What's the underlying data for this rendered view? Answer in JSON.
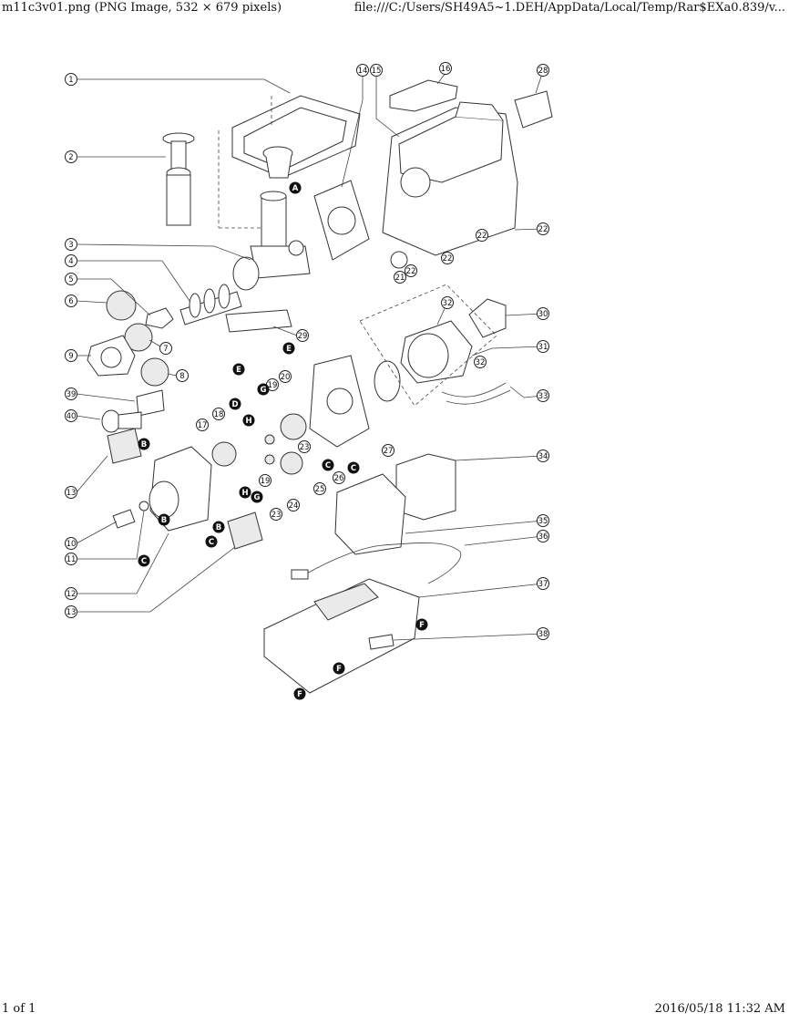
{
  "header": {
    "title": "m11c3v01.png (PNG Image, 532 × 679 pixels)",
    "url": "file:///C:/Users/SH49A5~1.DEH/AppData/Local/Temp/Rar$EXa0.839/v..."
  },
  "footer": {
    "page": "1 of 1",
    "timestamp": "2016/05/18 11:32 AM"
  },
  "diagram": {
    "callouts": [
      {
        "id": "c1",
        "text": "1"
      },
      {
        "id": "c2",
        "text": "2"
      },
      {
        "id": "c3",
        "text": "3"
      },
      {
        "id": "c4",
        "text": "4"
      },
      {
        "id": "c5",
        "text": "5"
      },
      {
        "id": "c6",
        "text": "6"
      },
      {
        "id": "c7",
        "text": "7"
      },
      {
        "id": "c8",
        "text": "8"
      },
      {
        "id": "c9",
        "text": "9"
      },
      {
        "id": "c10",
        "text": "10"
      },
      {
        "id": "c11",
        "text": "11"
      },
      {
        "id": "c12",
        "text": "12"
      },
      {
        "id": "c13a",
        "text": "13"
      },
      {
        "id": "c13b",
        "text": "13"
      },
      {
        "id": "c14",
        "text": "14"
      },
      {
        "id": "c15",
        "text": "15"
      },
      {
        "id": "c16",
        "text": "16"
      },
      {
        "id": "c17",
        "text": "17"
      },
      {
        "id": "c18",
        "text": "18"
      },
      {
        "id": "c19a",
        "text": "19"
      },
      {
        "id": "c19b",
        "text": "19"
      },
      {
        "id": "c20",
        "text": "20"
      },
      {
        "id": "c21",
        "text": "21"
      },
      {
        "id": "c22a",
        "text": "22"
      },
      {
        "id": "c22b",
        "text": "22"
      },
      {
        "id": "c22c",
        "text": "22"
      },
      {
        "id": "c22d",
        "text": "22"
      },
      {
        "id": "c23a",
        "text": "23"
      },
      {
        "id": "c23b",
        "text": "23"
      },
      {
        "id": "c24",
        "text": "24"
      },
      {
        "id": "c25",
        "text": "25"
      },
      {
        "id": "c26",
        "text": "26"
      },
      {
        "id": "c27",
        "text": "27"
      },
      {
        "id": "c28",
        "text": "28"
      },
      {
        "id": "c29",
        "text": "29"
      },
      {
        "id": "c30",
        "text": "30"
      },
      {
        "id": "c31",
        "text": "31"
      },
      {
        "id": "c32a",
        "text": "32"
      },
      {
        "id": "c32b",
        "text": "32"
      },
      {
        "id": "c33",
        "text": "33"
      },
      {
        "id": "c34",
        "text": "34"
      },
      {
        "id": "c35",
        "text": "35"
      },
      {
        "id": "c36",
        "text": "36"
      },
      {
        "id": "c37",
        "text": "37"
      },
      {
        "id": "c38",
        "text": "38"
      },
      {
        "id": "c39",
        "text": "39"
      },
      {
        "id": "c40",
        "text": "40"
      }
    ],
    "letter_marks": [
      {
        "id": "lA",
        "text": "A"
      },
      {
        "id": "lB1",
        "text": "B"
      },
      {
        "id": "lB2",
        "text": "B"
      },
      {
        "id": "lB3",
        "text": "B"
      },
      {
        "id": "lC1",
        "text": "C"
      },
      {
        "id": "lC2",
        "text": "C"
      },
      {
        "id": "lC3",
        "text": "C"
      },
      {
        "id": "lC4",
        "text": "C"
      },
      {
        "id": "lD",
        "text": "D"
      },
      {
        "id": "lE1",
        "text": "E"
      },
      {
        "id": "lE2",
        "text": "E"
      },
      {
        "id": "lF1",
        "text": "F"
      },
      {
        "id": "lF2",
        "text": "F"
      },
      {
        "id": "lF3",
        "text": "F"
      },
      {
        "id": "lG1",
        "text": "G"
      },
      {
        "id": "lG2",
        "text": "G"
      },
      {
        "id": "lH1",
        "text": "H"
      },
      {
        "id": "lH2",
        "text": "H"
      }
    ]
  }
}
